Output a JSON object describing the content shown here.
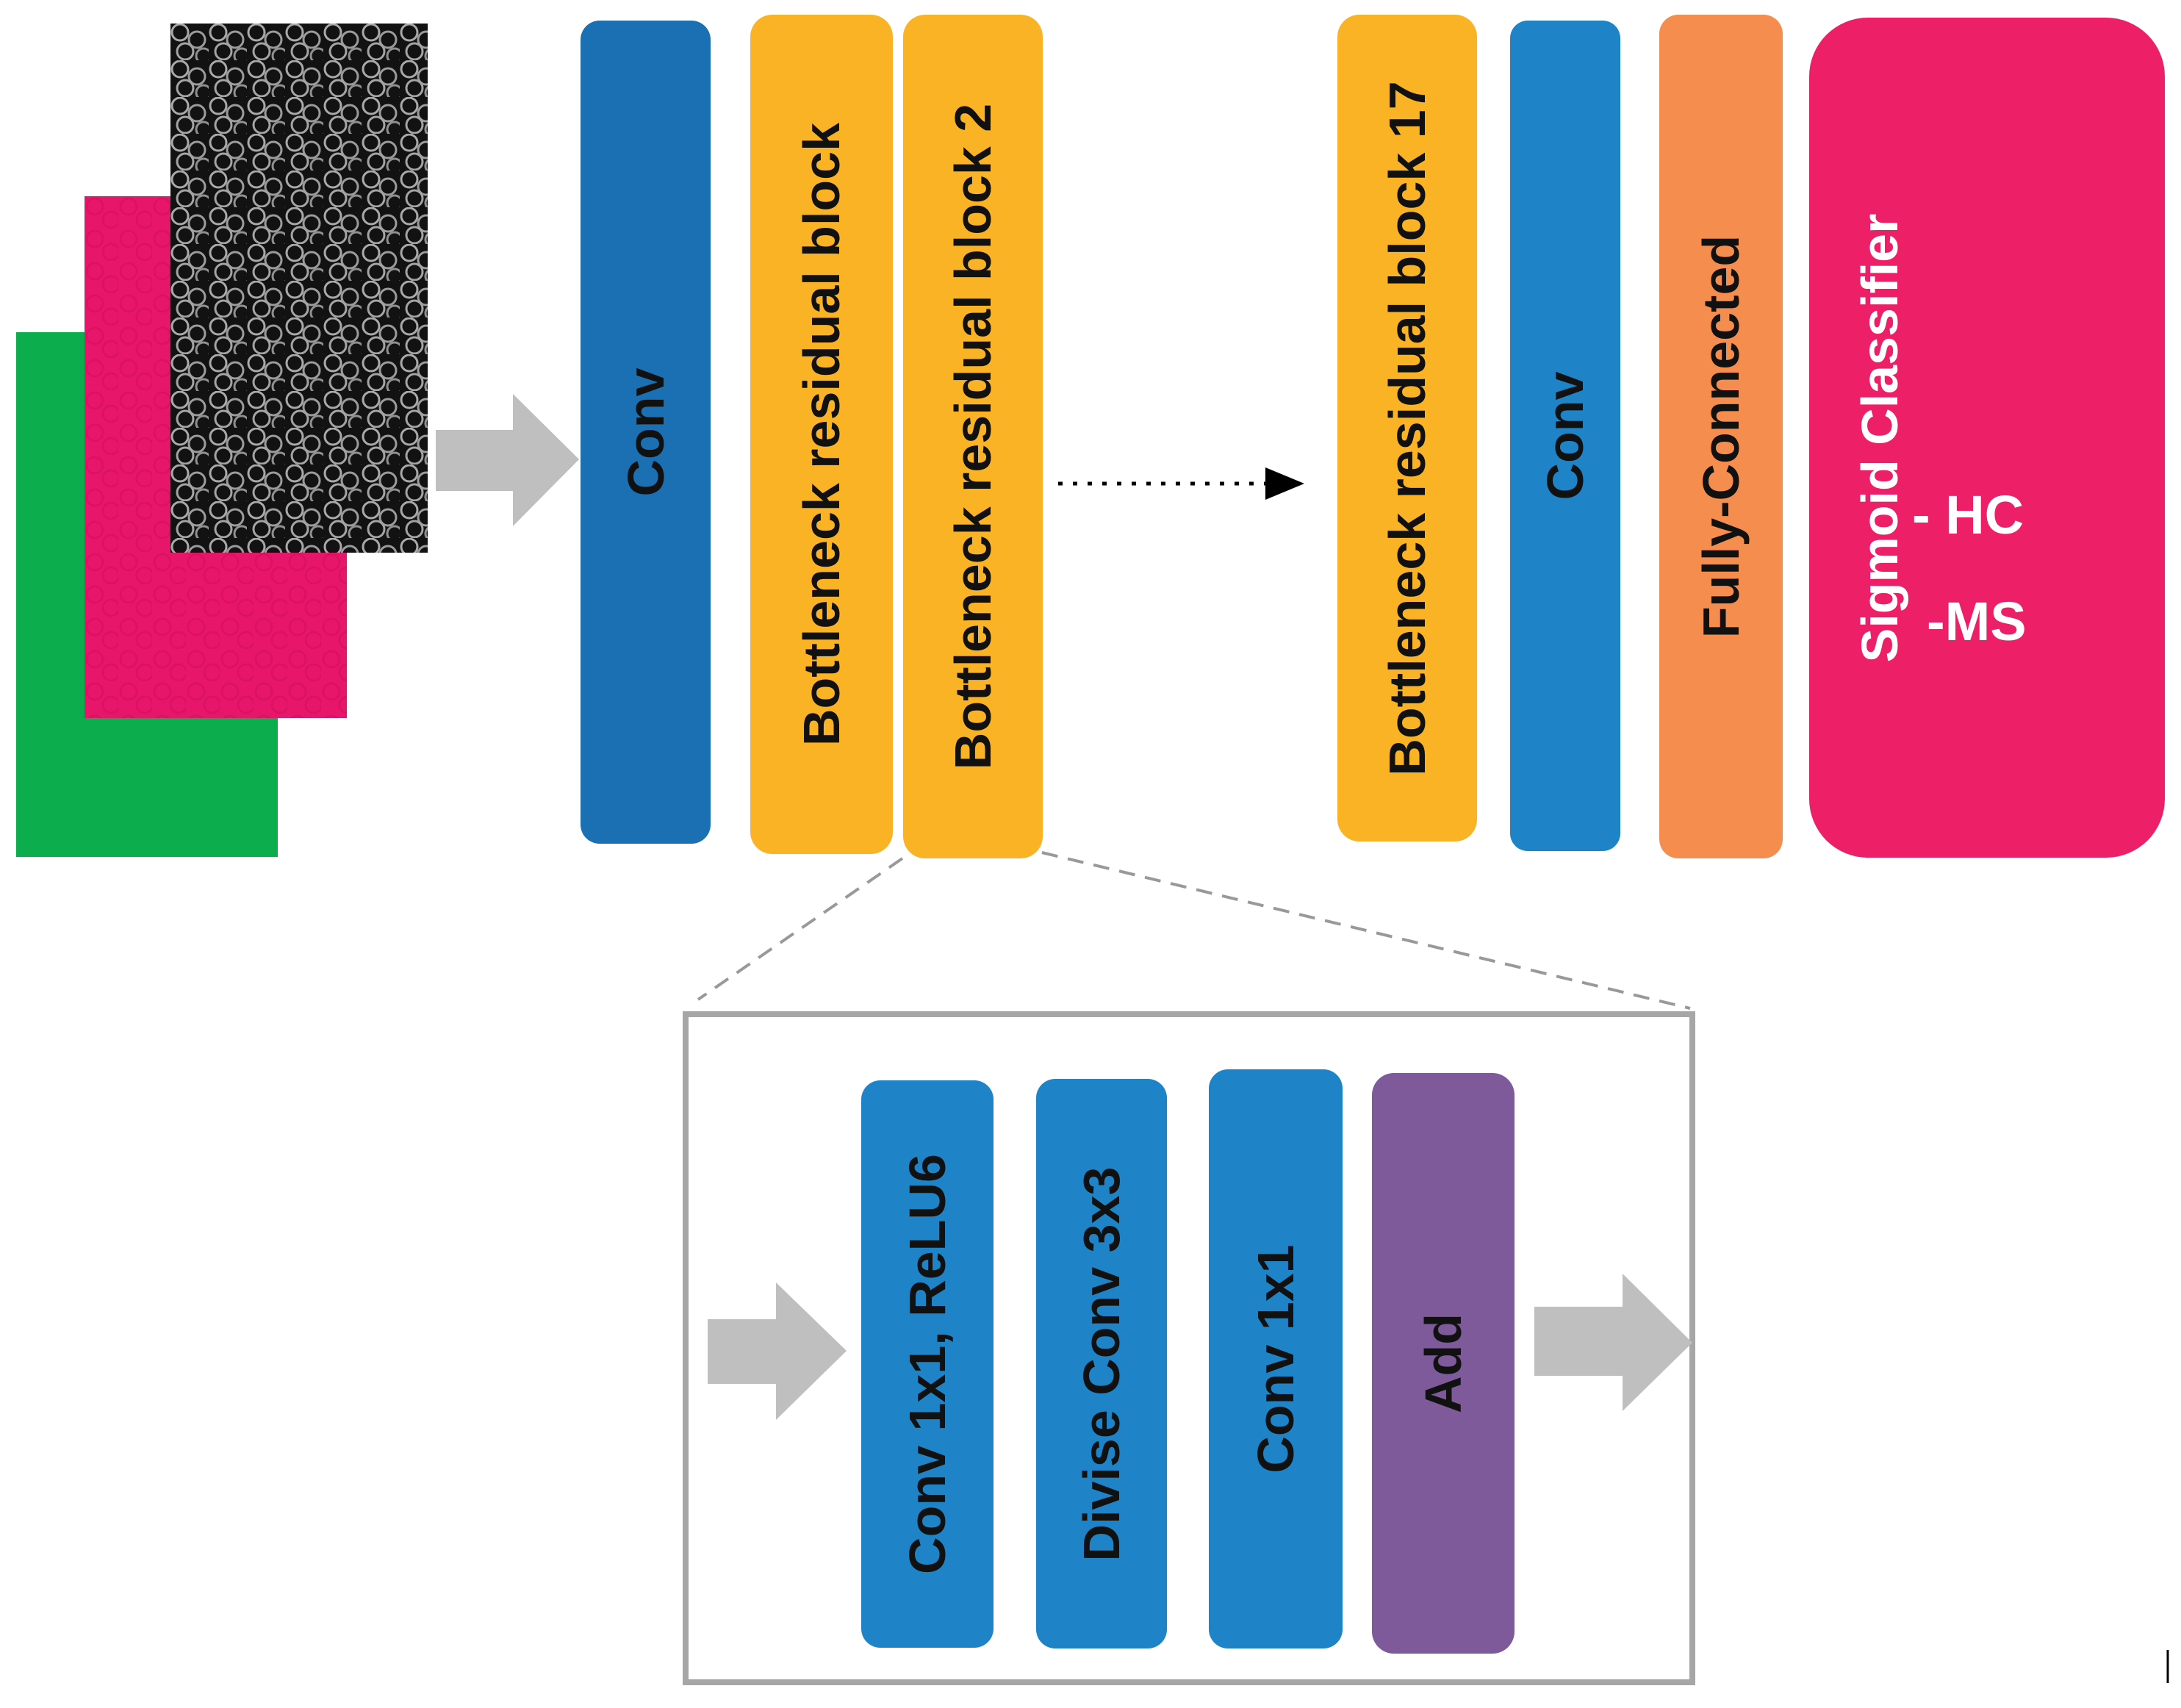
{
  "main_blocks": {
    "conv_1": "Conv",
    "bottleneck_1": "Bottleneck residual block",
    "bottleneck_2": "Bottleneck residual block 2",
    "bottleneck_17": "Bottleneck residual block 17",
    "conv_2": "Conv",
    "fully_connected": "Fully-Connected"
  },
  "classifier": {
    "title": "Sigmoid Classifier",
    "classes": [
      "- HC",
      "-MS"
    ]
  },
  "detail_blocks": {
    "conv_relu": "Conv 1x1, ReLU6",
    "divise_conv": "Divise Conv 3x3",
    "conv_1x1": "Conv 1x1",
    "add": "Add"
  },
  "colors": {
    "dark_blue": "#1b6fb3",
    "blue": "#1f84c7",
    "yellow": "#fbb326",
    "orange": "#f58d4e",
    "pink": "#ec1f67",
    "purple": "#7f5a9b",
    "green": "#0bad4c",
    "magenta_image": "#e8166a",
    "arrow_gray": "#bfbfbf",
    "frame_gray": "#a6a6a6"
  }
}
